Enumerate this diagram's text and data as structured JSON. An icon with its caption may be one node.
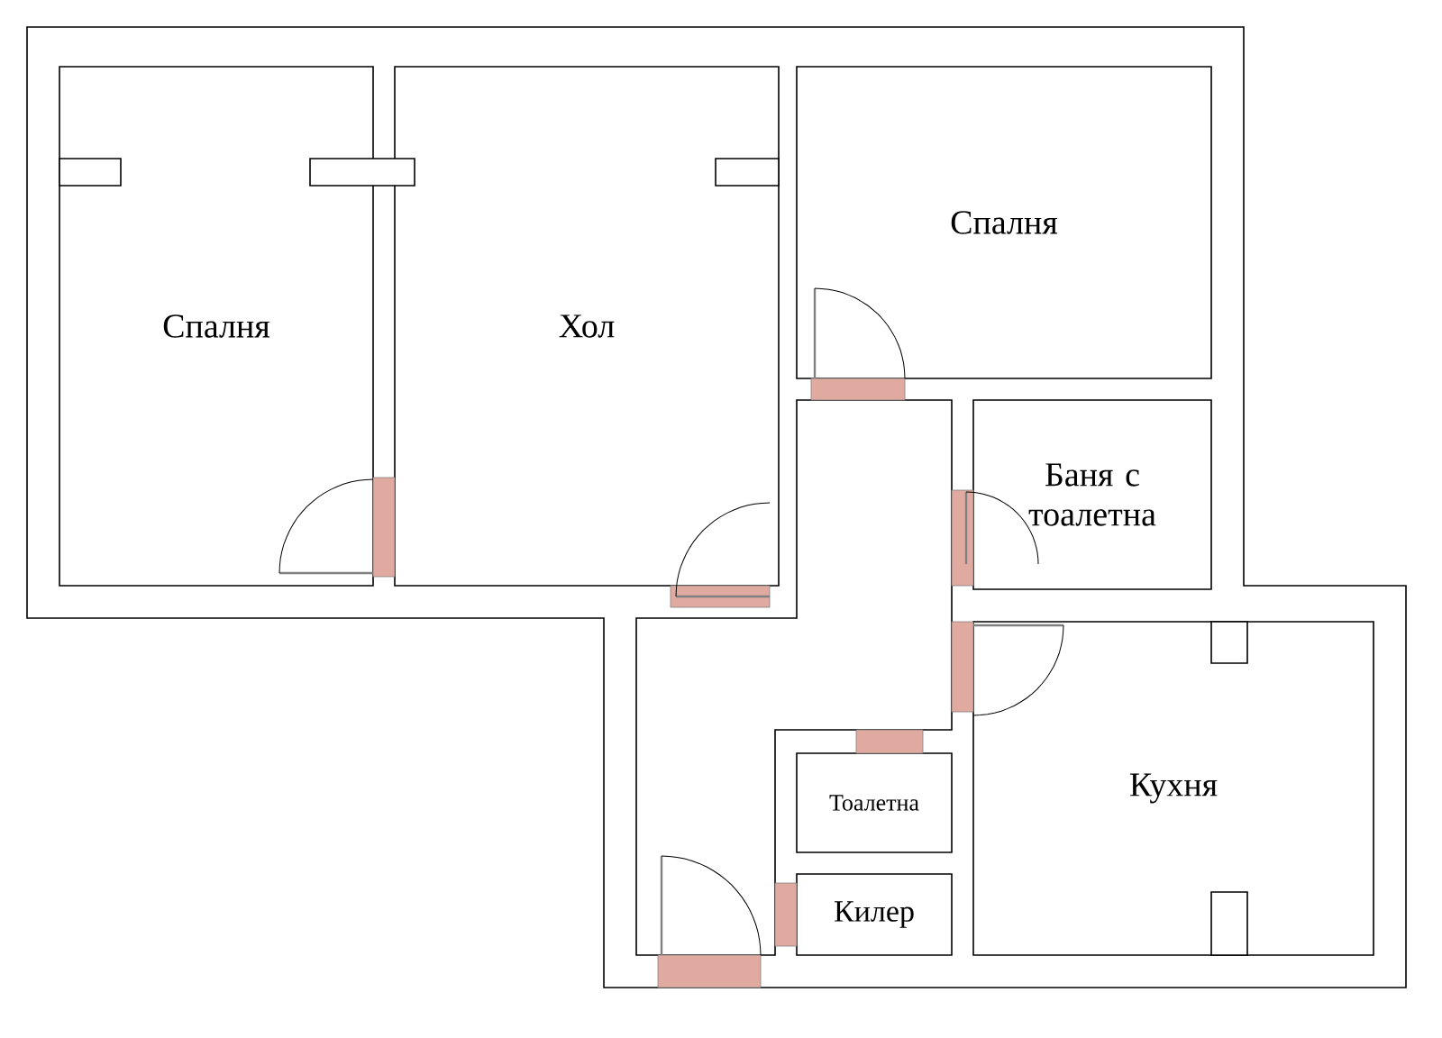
{
  "diagram": {
    "nodes": [
      {
        "text": [
          "Спалня"
        ]
      },
      {
        "text": [
          "Хол"
        ]
      },
      {
        "text": [
          "Спалня"
        ]
      },
      {
        "text": [
          "Баня с тоалетна"
        ]
      },
      {
        "text": [
          "Кухня"
        ]
      },
      {
        "text": [
          "Тоалетна"
        ]
      },
      {
        "text": [
          "Килер"
        ]
      }
    ]
  }
}
